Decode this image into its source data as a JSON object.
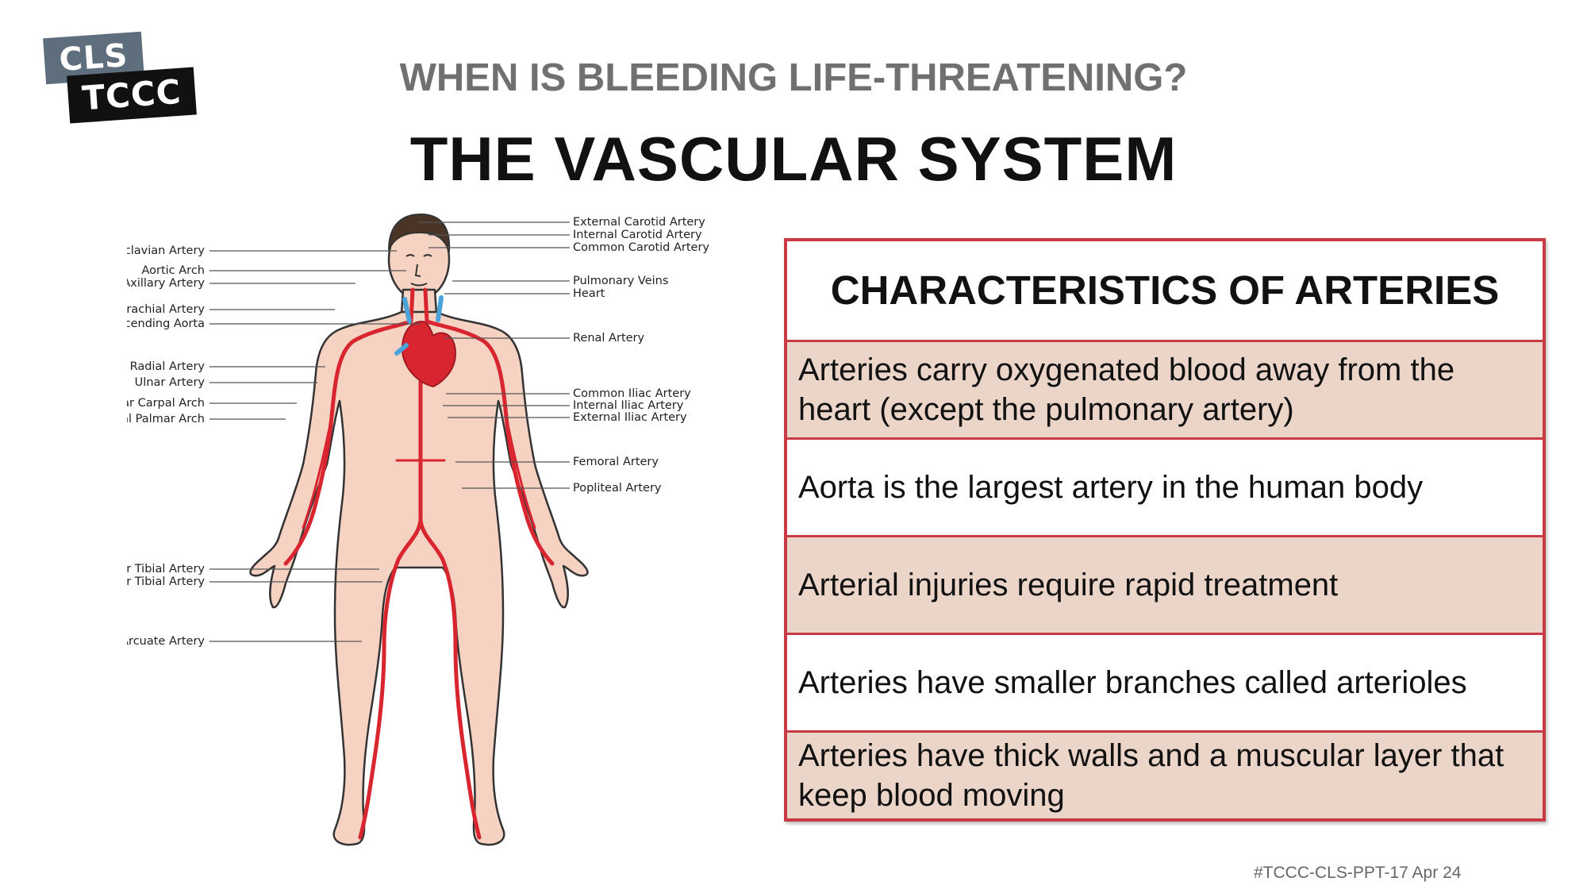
{
  "logo": {
    "top_text": "CLS",
    "bottom_text": "TCCC"
  },
  "subtitle": "WHEN IS BLEEDING LIFE-THREATENING?",
  "title": "THE VASCULAR SYSTEM",
  "diagram": {
    "left_labels": [
      "Subclavian Artery",
      "Aortic Arch",
      "Axillary Artery",
      "Brachial Artery",
      "Descending Aorta",
      "Radial Artery",
      "Ulnar Artery",
      "Palmar Carpal Arch",
      "Superficial Palmar Arch",
      "Anterior Tibial Artery",
      "Posterior Tibial Artery",
      "Arcuate Artery"
    ],
    "right_labels": [
      "External Carotid Artery",
      "Internal Carotid Artery",
      "Common Carotid Artery",
      "Pulmonary Veins",
      "Heart",
      "Renal Artery",
      "Common Iliac Artery",
      "Internal Iliac Artery",
      "External Iliac Artery",
      "Femoral Artery",
      "Popliteal Artery"
    ],
    "colors": {
      "artery": "#d9252f",
      "vein": "#4aa3d8",
      "skin": "#f6d2c2",
      "outline": "#333333"
    }
  },
  "table": {
    "header": "CHARACTERISTICS OF ARTERIES",
    "rows": [
      "Arteries carry oxygenated blood away from the heart (except the pulmonary artery)",
      "Aorta is the largest artery in the human body",
      "Arterial injuries require rapid treatment",
      "Arteries have smaller branches called arterioles",
      "Arteries have thick walls and a muscular layer that keep blood moving"
    ],
    "colors": {
      "border": "#c93a45",
      "tan": "#ebd5c8"
    }
  },
  "footer": "#TCCC-CLS-PPT-17 Apr 24"
}
